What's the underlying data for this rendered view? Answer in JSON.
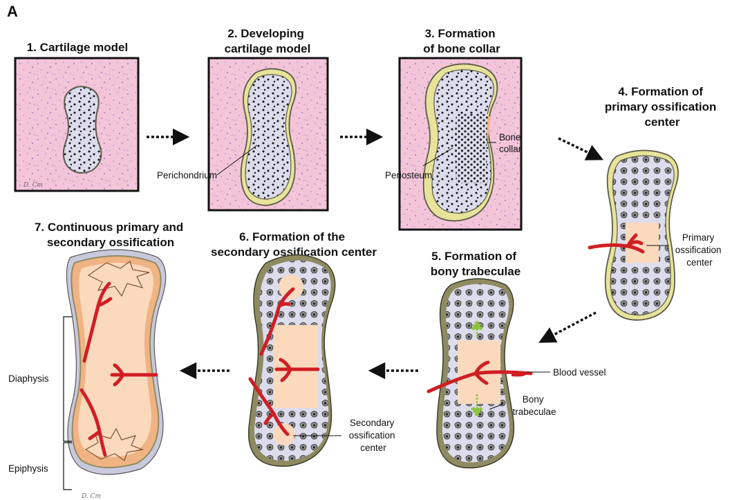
{
  "panel_letter": "A",
  "stages": [
    {
      "title_lines": [
        "1. Cartilage model"
      ]
    },
    {
      "title_lines": [
        "2. Developing",
        "cartilage model"
      ]
    },
    {
      "title_lines": [
        "3. Formation",
        "of bone collar"
      ]
    },
    {
      "title_lines": [
        "4. Formation of",
        "primary ossification",
        "center"
      ]
    },
    {
      "title_lines": [
        "5. Formation of",
        "bony trabeculae"
      ]
    },
    {
      "title_lines": [
        "6. Formation of the",
        "secondary ossification center"
      ]
    },
    {
      "title_lines": [
        "7. Continuous primary and",
        "secondary ossification"
      ]
    }
  ],
  "labels": {
    "perichondrium": "Perichondrium",
    "periosteum": "Periosteum",
    "bone_collar": [
      "Bone",
      "collar"
    ],
    "primary_center": [
      "Primary",
      "ossification",
      "center"
    ],
    "blood_vessel": "Blood vessel",
    "bony_trabeculae": [
      "Bony",
      "trabeculae"
    ],
    "secondary_center": [
      "Secondary",
      "ossification",
      "center"
    ],
    "diaphysis": "Diaphysis",
    "epiphysis": "Epiphysis"
  },
  "signature": "D. Cm",
  "colors": {
    "matrix_pink": "#f4c5d9",
    "cartilage_lavender": "#dcdcec",
    "perichondrium_yellow": "#e7e39a",
    "bone_peach": "#fbd9bd",
    "compact_bone": "#f0b383",
    "periosteum_olive": "#8e8b62",
    "vessel_red": "#d01e24",
    "trabecula_arrow": "#8cc63f"
  }
}
